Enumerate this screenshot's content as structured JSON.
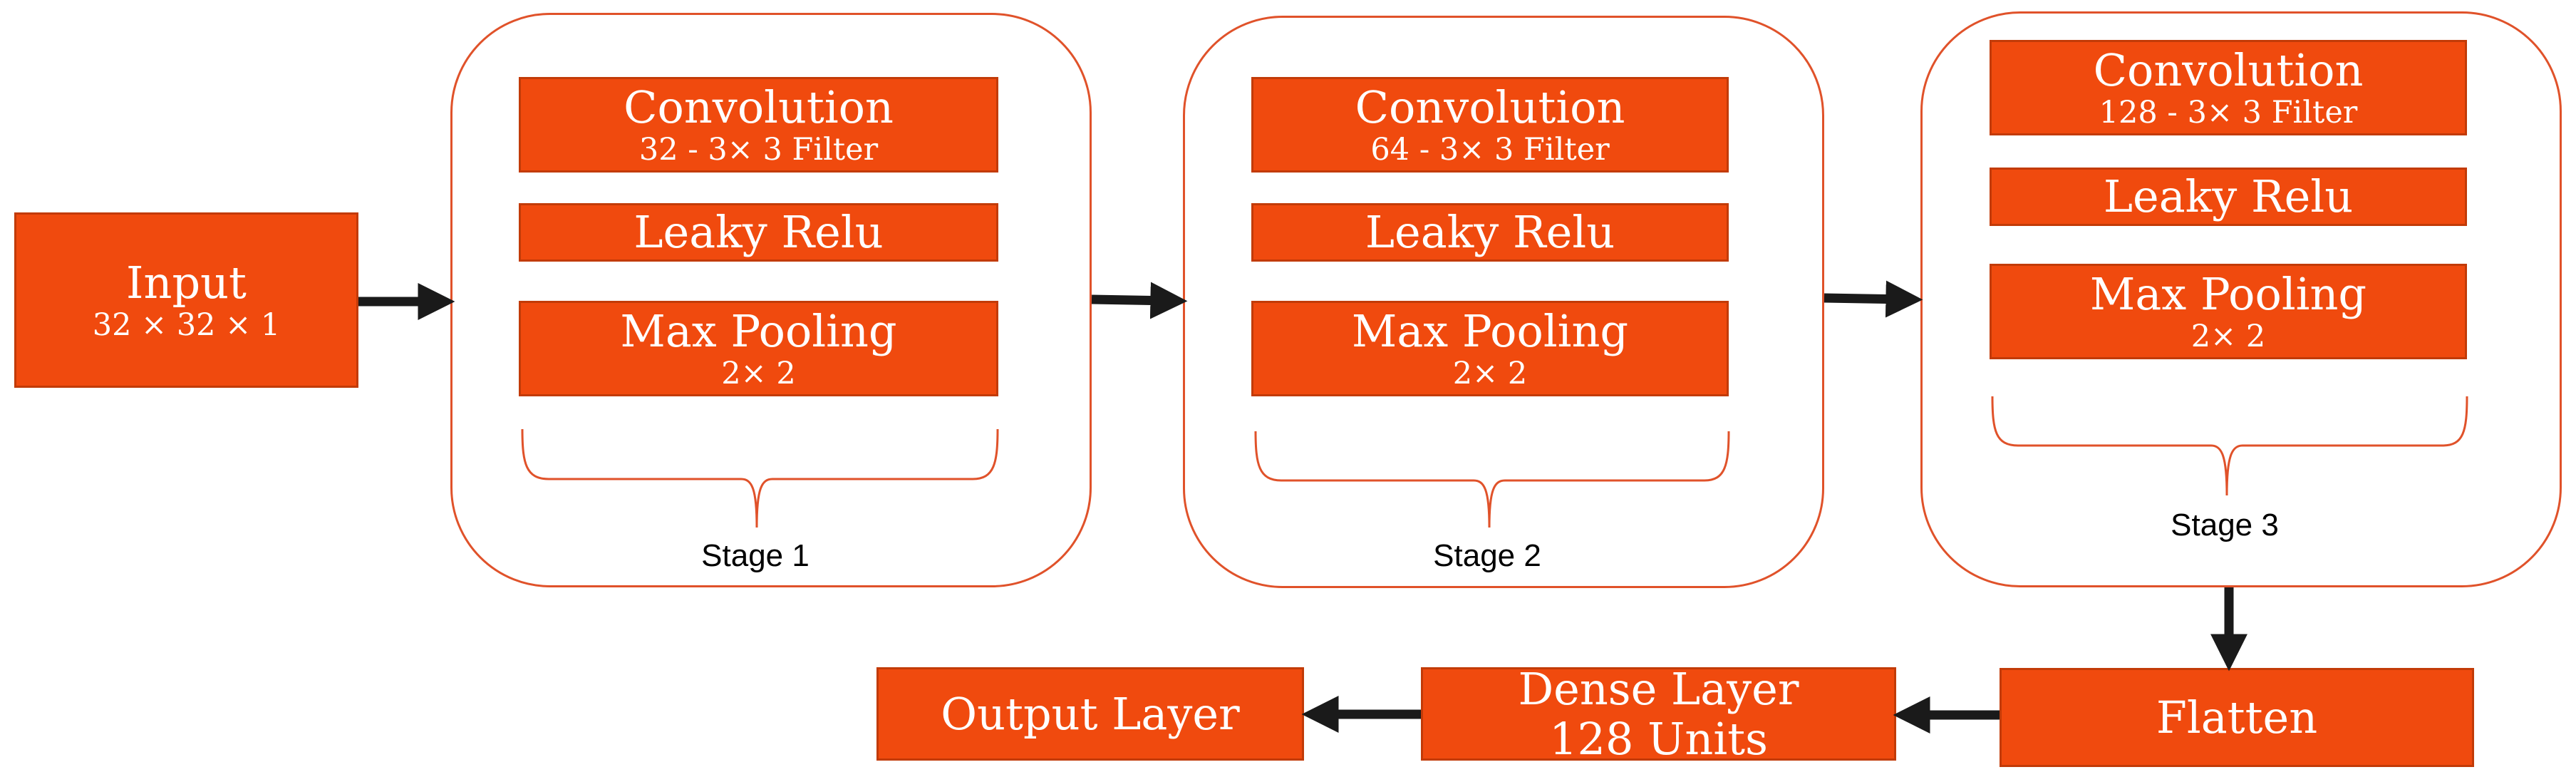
{
  "input": {
    "title": "Input",
    "shape": "32 × 32 × 1"
  },
  "stages": [
    {
      "label": "Stage 1",
      "conv": {
        "title": "Convolution",
        "sub": "32 - 3× 3 Filter"
      },
      "activation": {
        "title": "Leaky Relu"
      },
      "pool": {
        "title": "Max Pooling",
        "sub": "2× 2"
      }
    },
    {
      "label": "Stage 2",
      "conv": {
        "title": "Convolution",
        "sub": "64 - 3× 3 Filter"
      },
      "activation": {
        "title": "Leaky Relu"
      },
      "pool": {
        "title": "Max Pooling",
        "sub": "2× 2"
      }
    },
    {
      "label": "Stage 3",
      "conv": {
        "title": "Convolution",
        "sub": "128 - 3× 3 Filter"
      },
      "activation": {
        "title": "Leaky Relu"
      },
      "pool": {
        "title": "Max Pooling",
        "sub": "2× 2"
      }
    }
  ],
  "flatten": {
    "title": "Flatten"
  },
  "dense": {
    "title": "Dense Layer",
    "sub": "128 Units"
  },
  "output": {
    "title": "Output Layer"
  },
  "colors": {
    "block_fill": "#f04a0e",
    "block_border": "#c23b08",
    "stage_border": "#e0522a",
    "arrow": "#1a1a1a"
  },
  "icons": {
    "arrow": "arrow-right-icon",
    "brace": "curly-brace-icon"
  }
}
